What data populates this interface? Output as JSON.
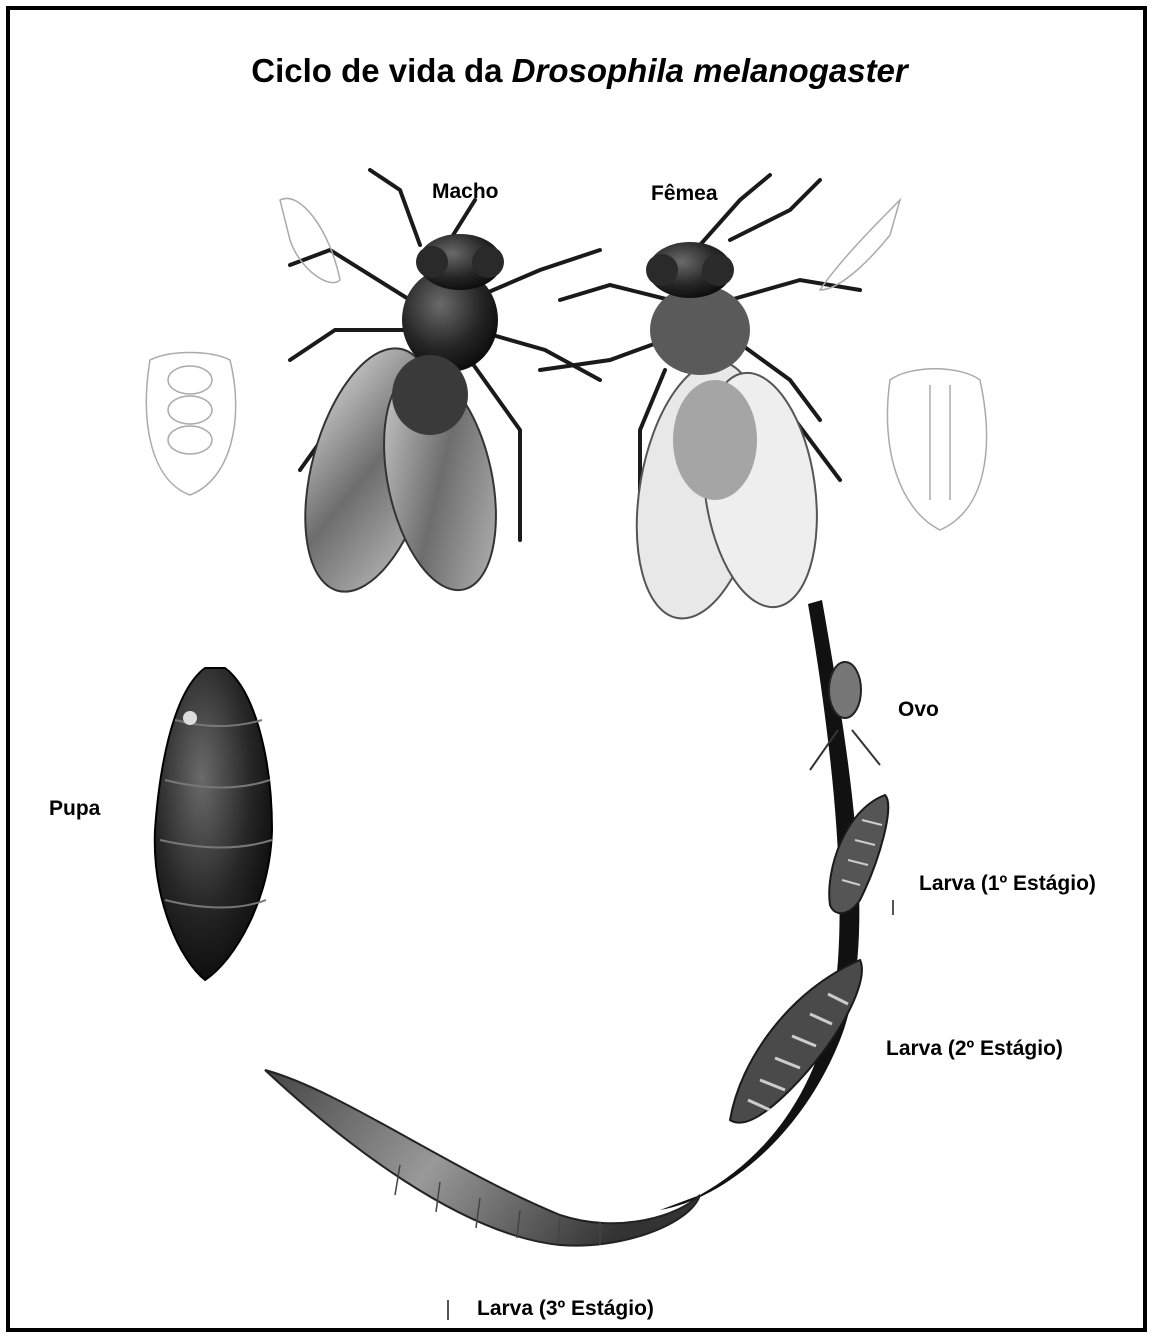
{
  "title": {
    "prefix": "Ciclo de vida da ",
    "species": "Drosophila melanogaster"
  },
  "labels": {
    "male": "Macho",
    "female": "Fêmea",
    "egg": "Ovo",
    "pupa": "Pupa",
    "larva1": "Larva (1º Estágio)",
    "larva2": "Larva (2º Estágio)",
    "larva3": "Larva (3º Estágio)"
  },
  "colors": {
    "border": "#000000",
    "insect_dark": "#1a1a1a",
    "background": "#ffffff"
  }
}
